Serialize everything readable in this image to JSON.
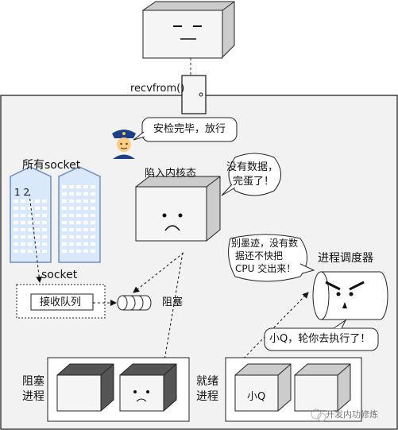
{
  "labels": {
    "recvfrom": "recvfrom()",
    "police_bubble": "安检完毕，放行",
    "trap_kernel": "陷入内核态",
    "no_data_bubble_1": "没有数据，",
    "no_data_bubble_2": "完蛋了！",
    "all_sockets": "所有socket",
    "building_nums": "1 2",
    "socket": "socket",
    "recv_queue": "接收队列",
    "blocked": "阻塞",
    "scheduler": "进程调度器",
    "scheduler_bubble_1": "别墨迹，没有数",
    "scheduler_bubble_2": "据还不快把",
    "scheduler_bubble_3": "CPU 交出来！",
    "q_bubble": "小Q，轮你去执行了！",
    "blocked_procs_1": "阻塞",
    "blocked_procs_2": "进程",
    "ready_procs_1": "就绪",
    "ready_procs_2": "进程",
    "q_label": "小Q",
    "watermark": "开发内功修炼"
  },
  "colors": {
    "panel_bg": "#f2f2f2",
    "building_fill": "#dae8fc",
    "building_stroke": "#6c8ebf",
    "box_dark": "#555555",
    "box_light": "#cccccc",
    "box_front": "#f5f5f5"
  },
  "icons": [
    "police-officer-icon",
    "wechat-icon"
  ]
}
